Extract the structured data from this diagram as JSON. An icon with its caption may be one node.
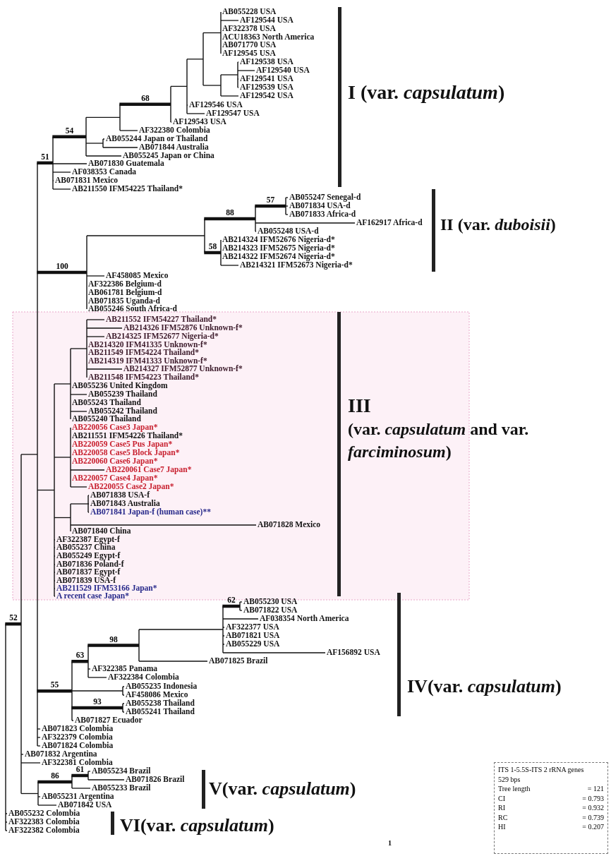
{
  "diagram": {
    "nodes": [
      {
        "text": [
          "ITS 1-5.5S-ITS 2 rRNA genes",
          "529 bps",
          "Tree length",
          "= 121",
          "CI",
          "= 0.793",
          "RI",
          "= 0.932",
          "RC",
          "= 0.739",
          "HI",
          "= 0.207"
        ]
      }
    ],
    "labels": [
      "AB055228 USA",
      "AF129544 USA",
      "AF322378 USA",
      "ACU18363 North America",
      "AB071770 USA",
      "AF129545 USA",
      "AF129538 USA",
      "AF129540 USA",
      "AF129541 USA",
      "AF129539 USA",
      "AF129542 USA",
      "AF129546 USA",
      "AF129547 USA",
      "AF129543 USA",
      "AF322380 Colombia",
      "AB055244 Japan or Thailand",
      "AB071844 Australia",
      "AB055245 Japan or China",
      "AB071830 Guatemala",
      "AF038353 Canada",
      "AB071831 Mexico",
      "AB211550 IFM54225 Thailand*",
      "AB055247 Senegal-d",
      "AB071834 USA-d",
      "AB071833 Africa-d",
      "AF162917 Africa-d",
      "AB055248 USA-d",
      "AB214324 IFM52676 Nigeria-d*",
      "AB214323 IFM52675 Nigeria-d*",
      "AB214322 IFM52674 Nigeria-d*",
      "AB214321 IFM52673 Nigeria-d*",
      "AF458085 Mexico",
      "AF322386 Belgium-d",
      "AB061781 Belgium-d",
      "AB071835 Uganda-d",
      "AB055246 South Africa-d",
      "AB211552 IFM54227 Thailand*",
      "AB214326 IFM52876 Unknown-f*",
      "AB214325 IFM52677 Nigeria-d*",
      "AB214320 IFM41335 Unknown-f*",
      "AB211549 IFM54224 Thailand*",
      "AB214319 IFM41333 Unknown-f*",
      "AB214327 IFM52877 Unknown-f*",
      "AB211548 IFM54223 Thailand*",
      "AB055236 United Kingdom",
      "AB055239 Thailand",
      "AB055243 Thailand",
      "AB055242 Thailand",
      "AB055240 Thailand",
      "AB220056 Case3 Japan*",
      "AB211551 IFM54226 Thailand*",
      "AB220059 Case5 Pus Japan*",
      "AB220058 Case5 Block Japan*",
      "AB220060 Case6 Japan*",
      "AB220061 Case7 Japan*",
      "AB220057 Case4 Japan*",
      "AB220055 Case2 Japan*",
      "AB071838 USA-f",
      "AB071843 Australia",
      "AB071841 Japan-f (human case)**",
      "AB071828 Mexico",
      "AB071840 China",
      "AF322387 Egypt-f",
      "AB055237 China",
      "AB055249 Egypt-f",
      "AB071836 Poland-f",
      "AB071837 Egypt-f",
      "AB071839 USA-f",
      "AB211529 IFM53166 Japan*",
      "A recent case Japan*",
      "AB055230 USA",
      "AB071822 USA",
      "AF038354 North America",
      "AF322377 USA",
      "AB071821 USA",
      "AB055229 USA",
      "AF156892 USA",
      "AB071825 Brazil",
      "AF322385 Panama",
      "AF322384 Colombia",
      "AB055235 Indonesia",
      "AF458086 Mexico",
      "AB055238 Thailand",
      "AB055241 Thailand",
      "AB071827 Ecuador",
      "AB071823 Colombia",
      "AF322379 Colombia",
      "AB071824 Colombia",
      "AB071832 Argentina",
      "AF322381 Colombia",
      "AB055234 Brazil",
      "AB071826 Brazil",
      "AB055233 Brazil",
      "AB055231 Argentina",
      "AB071842 USA",
      "AB055232 Colombia",
      "AF322383 Colombia",
      "AF322382 Colombia",
      "68",
      "54",
      "51",
      "57",
      "88",
      "58",
      "100",
      "62",
      "98",
      "63",
      "55",
      "93",
      "52",
      "61",
      "86",
      "I (var. *capsulatum*)",
      "II (var. *duboisii*)",
      "III",
      "(var. *capsulatum* and var. *farciminosum*)",
      "IV(var. *capsulatum*)",
      "V(var. *capsulatum*)",
      "VI(var. *capsulatum*)",
      "1"
    ]
  }
}
